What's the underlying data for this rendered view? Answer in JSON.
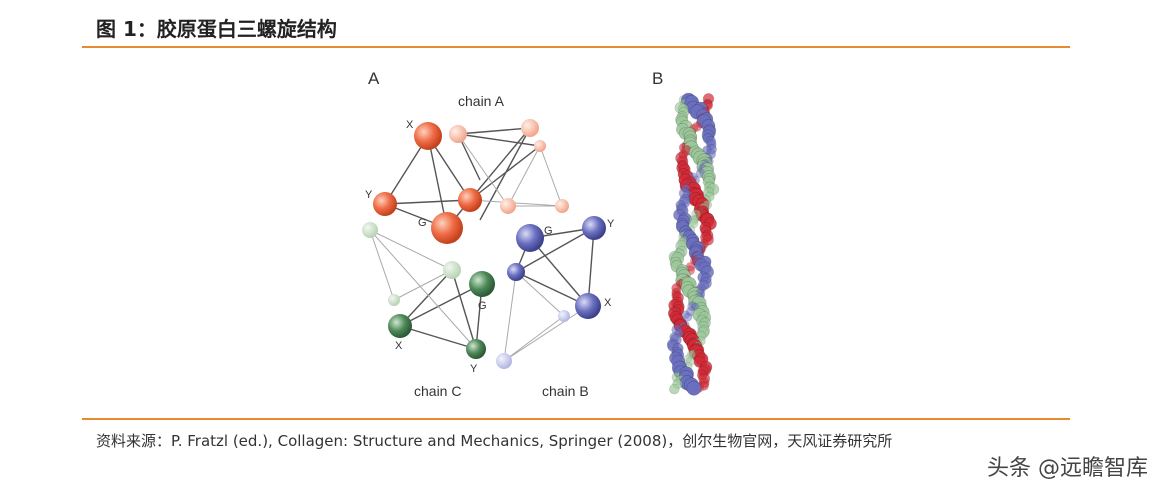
{
  "header": {
    "title": "图 1：胶原蛋白三螺旋结构"
  },
  "figure": {
    "panel_a_label": "A",
    "panel_b_label": "B",
    "chain_a_label": "chain A",
    "chain_b_label": "chain B",
    "chain_c_label": "chain C",
    "atom_x": "X",
    "atom_y": "Y",
    "atom_g": "G",
    "colors": {
      "chain_a": "#e8603a",
      "chain_b": "#6a6fbf",
      "chain_c": "#4f8a5a",
      "helix_red": "#d22a36",
      "helix_green": "#9bc79a",
      "helix_blue": "#6a6fbf"
    }
  },
  "footer": {
    "source": "资料来源：P. Fratzl (ed.), Collagen: Structure and Mechanics, Springer (2008)，创尔生物官网，天风证券研究所"
  },
  "watermark": "头条 @远瞻智库"
}
